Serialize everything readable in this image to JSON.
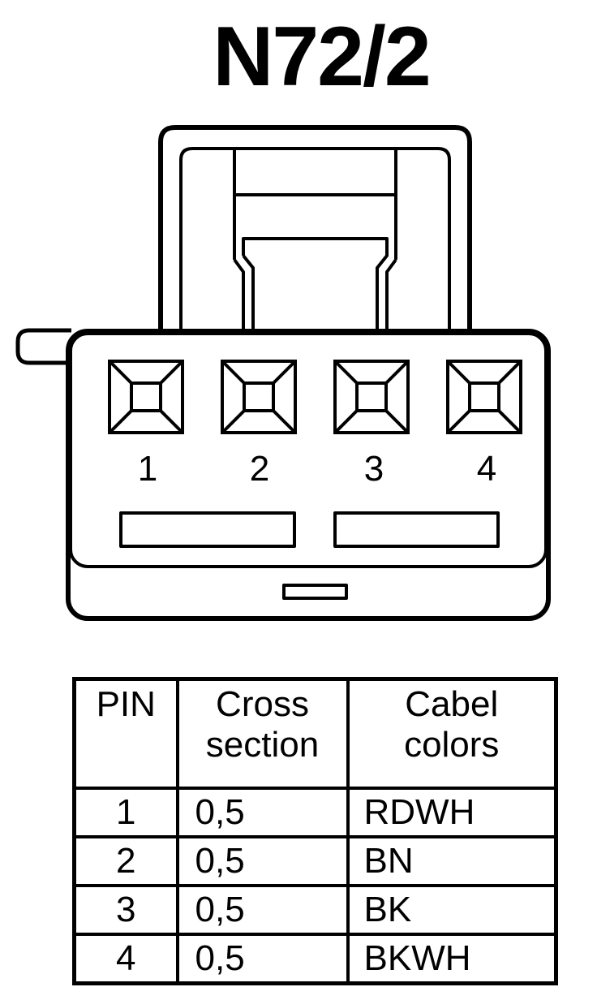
{
  "title": "N72/2",
  "connector": {
    "pins": [
      "1",
      "2",
      "3",
      "4"
    ]
  },
  "table": {
    "headers": {
      "pin": "PIN",
      "cross_line1": "Cross",
      "cross_line2": "section",
      "color_line1": "Cabel",
      "color_line2": "colors"
    },
    "rows": [
      {
        "pin": "1",
        "cross": "0,5",
        "color": "RDWH"
      },
      {
        "pin": "2",
        "cross": "0,5",
        "color": "BN"
      },
      {
        "pin": "3",
        "cross": "0,5",
        "color": "BK"
      },
      {
        "pin": "4",
        "cross": "0,5",
        "color": "BKWH"
      }
    ]
  }
}
